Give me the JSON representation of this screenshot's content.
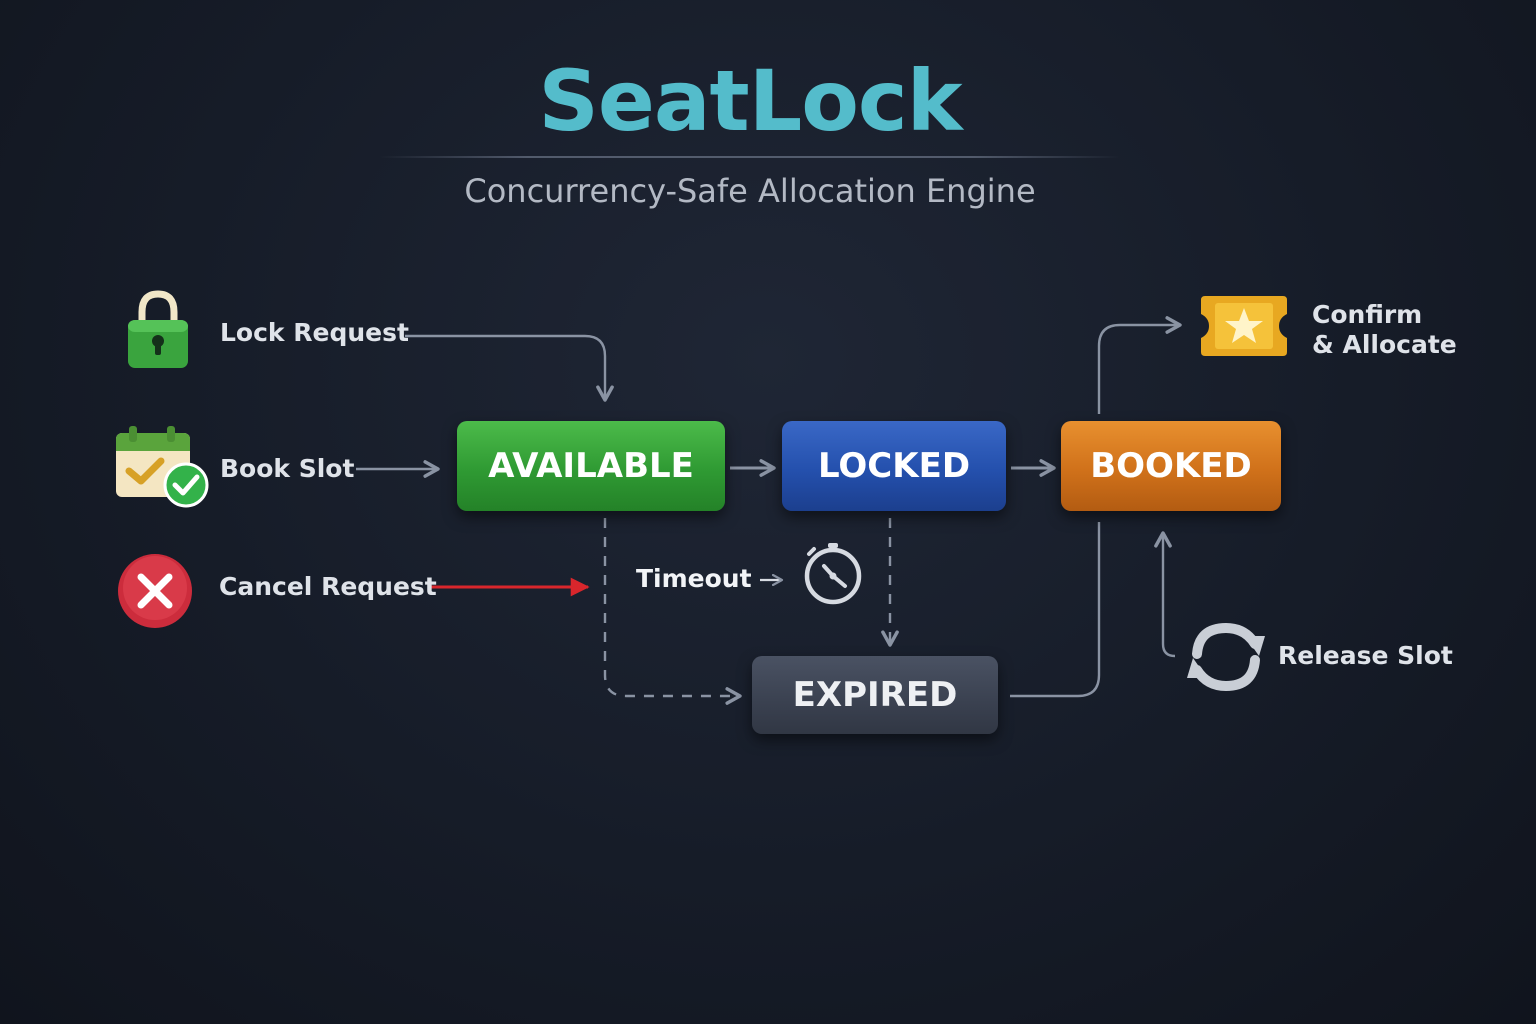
{
  "header": {
    "title": "SeatLock",
    "subtitle": "Concurrency-Safe Allocation Engine"
  },
  "states": {
    "available": "AVAILABLE",
    "locked": "LOCKED",
    "booked": "BOOKED",
    "expired": "EXPIRED"
  },
  "actions": {
    "lock_request": "Lock Request",
    "book_slot": "Book Slot",
    "cancel_request": "Cancel Request",
    "timeout": "Timeout",
    "confirm_line1": "Confirm",
    "confirm_line2": "& Allocate",
    "release_slot": "Release Slot"
  },
  "icons": {
    "lock": "lock-icon",
    "calendar": "calendar-check-icon",
    "cancel": "cancel-x-icon",
    "timer": "stopwatch-icon",
    "ticket": "ticket-star-icon",
    "release": "refresh-cycle-icon"
  },
  "colors": {
    "title": "#54bccb",
    "available": "#2f9a33",
    "locked": "#2450ad",
    "booked": "#d0711a",
    "expired": "#3a4150",
    "cancel_arrow": "#d9262c",
    "connector": "#8a93a3"
  }
}
